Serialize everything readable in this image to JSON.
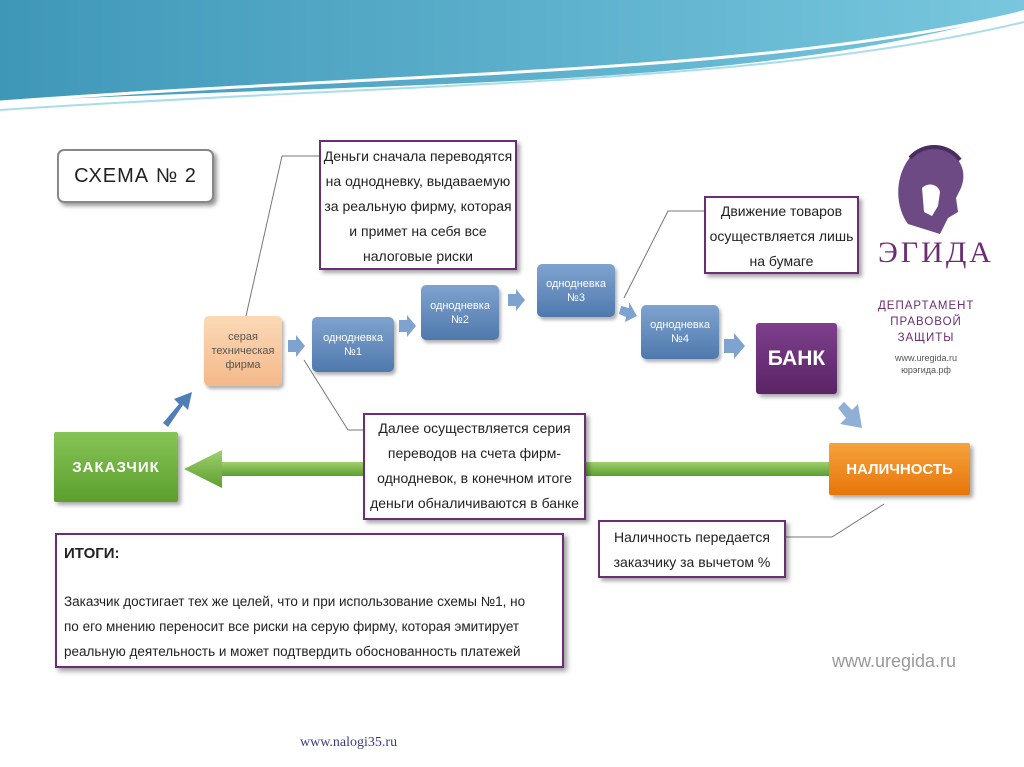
{
  "schema": {
    "title": "СХЕМА № 2"
  },
  "callouts": {
    "top": [
      "Деньги сначала переводятся",
      "на однодневку, выдаваемую",
      "за реальную фирму, которая",
      "и примет на себя все",
      "налоговые риски"
    ],
    "goods": [
      "Движение товаров",
      "осуществляется лишь",
      "на бумаге"
    ],
    "series": [
      "Далее осуществляется серия",
      "переводов на счета фирм-",
      "однодневок, в конечном итоге",
      "деньги обналичиваются в банке"
    ],
    "cash": [
      "Наличность передается",
      "заказчику за вычетом %"
    ]
  },
  "steps": {
    "gray_firm": [
      "серая",
      "техническая",
      "фирма"
    ],
    "one_day_1": [
      "однодневка",
      "№1"
    ],
    "one_day_2": [
      "однодневка",
      "№2"
    ],
    "one_day_3": [
      "однодневка",
      "№3"
    ],
    "one_day_4": [
      "однодневка",
      "№4"
    ]
  },
  "labels": {
    "bank": "БАНК",
    "customer": "ЗАКАЗЧИК",
    "cash": "НАЛИЧНОСТЬ"
  },
  "summary": {
    "title": "ИТОГИ:",
    "lines": [
      "Заказчик достигает тех же целей, что и при использование схемы №1, но",
      "по его мнению переносит все риски на серую фирму, которая эмитирует",
      "реальную деятельность и может подтвердить обоснованность платежей"
    ]
  },
  "logo": {
    "name": "ЭГИДА",
    "dept": [
      "ДЕПАРТАМЕНТ",
      "ПРАВОВОЙ",
      "ЗАЩИТЫ"
    ],
    "site1": "www.uregida.ru",
    "site2": "юрэгида.рф"
  },
  "watermark": "www.uregida.ru",
  "footer": "www.nalogi35.ru",
  "colors": {
    "purple": "#6b2d73",
    "green": "#6aaa3a",
    "orange": "#f08a1c",
    "blue": "#5a83b8",
    "peach": "#f7c79c"
  }
}
